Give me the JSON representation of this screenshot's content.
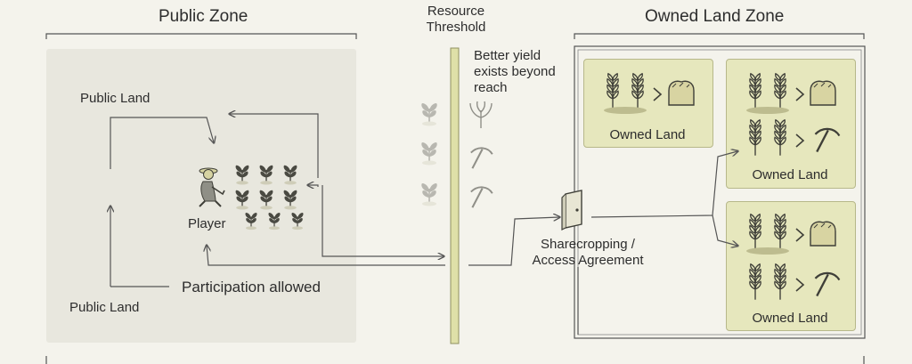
{
  "zones": {
    "public": {
      "title": "Public Zone"
    },
    "owned": {
      "title": "Owned Land Zone"
    }
  },
  "threshold": {
    "label_line1": "Resource",
    "label_line2": "Threshold",
    "note_line1": "Better yield",
    "note_line2": "exists beyond",
    "note_line3": "reach"
  },
  "public_zone": {
    "label_top": "Public Land",
    "label_bottom": "Public Land",
    "player": "Player",
    "participation": "Participation allowed"
  },
  "agreement": {
    "line1": "Sharecropping /",
    "line2": "Access Agreement"
  },
  "owned_zone": {
    "cards": [
      {
        "label": "Owned Land"
      },
      {
        "label": "Owned Land"
      },
      {
        "label": "Owned Land"
      }
    ]
  },
  "colors": {
    "background": "#f4f3ec",
    "public_panel": "#e8e7de",
    "owned_card": "#e6e7bd",
    "threshold_bar": "#dfe0a8",
    "line": "#555555",
    "plant": "#4a4a42",
    "seedling_faded": "#c9c9bd",
    "harvest": "#d6d3a2"
  },
  "icons": [
    "person-farmer-icon",
    "seedling-icon",
    "wheat-icon",
    "harvest-bundle-icon",
    "pickaxe-icon",
    "gate-door-icon",
    "arrow-icon"
  ]
}
